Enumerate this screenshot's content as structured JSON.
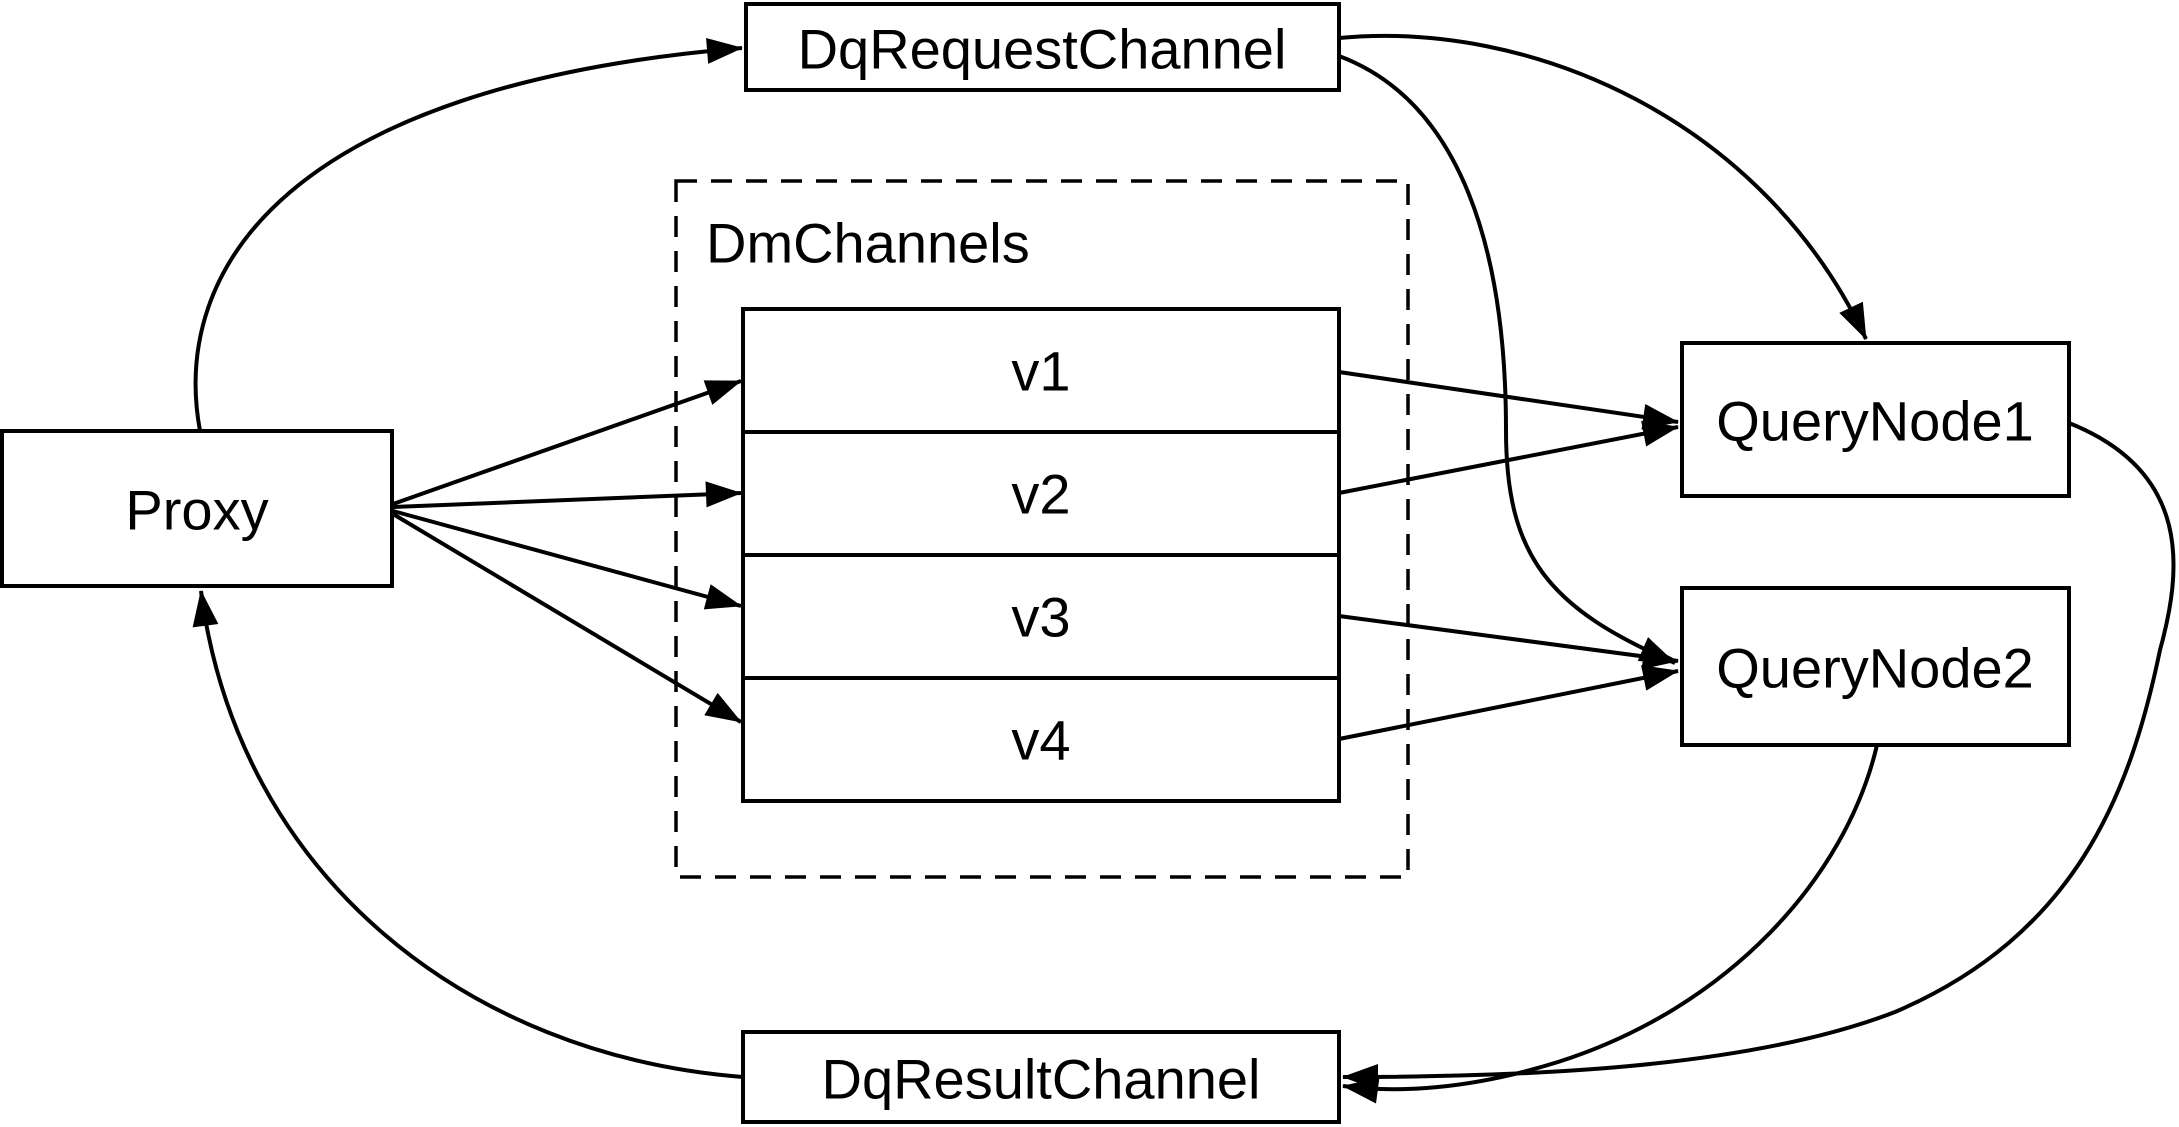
{
  "diagram": {
    "colors": {
      "stroke": "#000000",
      "background": "#ffffff",
      "node_fill": "#ffffff"
    },
    "nodes": {
      "proxy": "Proxy",
      "dq_request_channel": "DqRequestChannel",
      "dm_channels_group": "DmChannels",
      "channels": [
        "v1",
        "v2",
        "v3",
        "v4"
      ],
      "query_node_1": "QueryNode1",
      "query_node_2": "QueryNode2",
      "dq_result_channel": "DqResultChannel"
    },
    "edges": [
      {
        "from": "Proxy",
        "to": "DqRequestChannel"
      },
      {
        "from": "Proxy",
        "to": "v1"
      },
      {
        "from": "Proxy",
        "to": "v2"
      },
      {
        "from": "Proxy",
        "to": "v3"
      },
      {
        "from": "Proxy",
        "to": "v4"
      },
      {
        "from": "v1",
        "to": "QueryNode1"
      },
      {
        "from": "v2",
        "to": "QueryNode1"
      },
      {
        "from": "v3",
        "to": "QueryNode2"
      },
      {
        "from": "v4",
        "to": "QueryNode2"
      },
      {
        "from": "DqRequestChannel",
        "to": "QueryNode1"
      },
      {
        "from": "DqRequestChannel",
        "to": "QueryNode2"
      },
      {
        "from": "QueryNode1",
        "to": "DqResultChannel"
      },
      {
        "from": "QueryNode2",
        "to": "DqResultChannel"
      },
      {
        "from": "DqResultChannel",
        "to": "Proxy"
      }
    ]
  }
}
